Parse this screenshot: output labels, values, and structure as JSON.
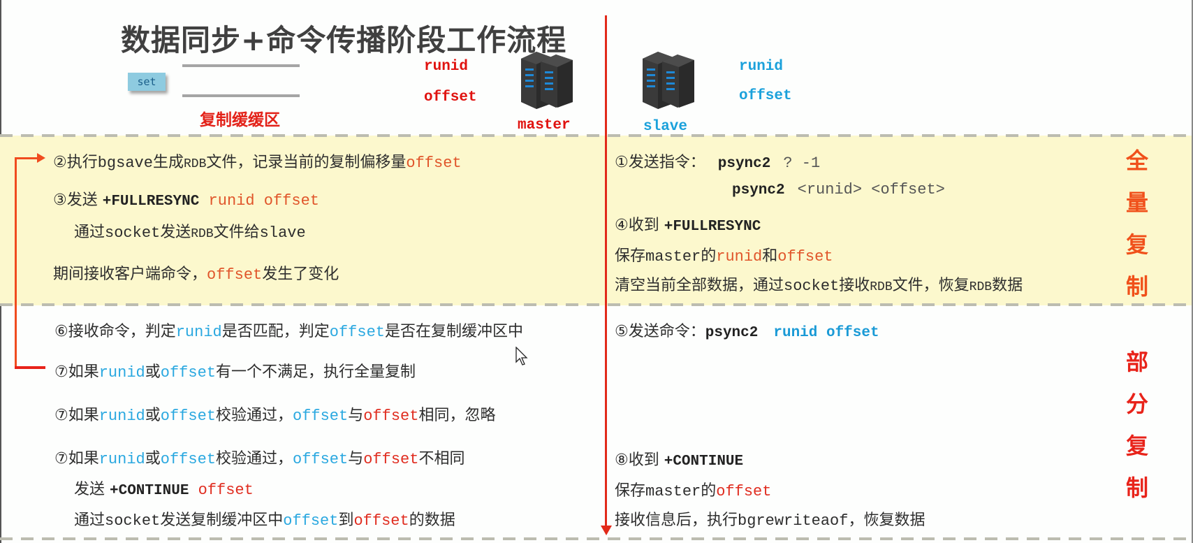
{
  "title": "数据同步+命令传播阶段工作流程",
  "buffer": {
    "set_label": "set",
    "label": "复制缓缓区"
  },
  "master": {
    "runid": "runid",
    "offset": "offset",
    "name": "master",
    "color": "#e0120f"
  },
  "slave": {
    "runid": "runid",
    "offset": "offset",
    "name": "slave",
    "color": "#1ba1db"
  },
  "phases": {
    "full": [
      "全",
      "量",
      "复",
      "制"
    ],
    "partial": [
      "部",
      "分",
      "复",
      "制"
    ]
  },
  "full_sync": {
    "master_steps": {
      "s2": {
        "a": "②执行",
        "b": "bgsave",
        "c": "生成",
        "d": "RDB",
        "e": "文件，记录当前的复制偏移量",
        "f": "offset"
      },
      "s3": {
        "a": "③发送 ",
        "b": "+FULLRESYNC",
        "c": " runid offset"
      },
      "s3_sub": {
        "a": "通过",
        "b": "socket",
        "c": "发送",
        "d": "RDB",
        "e": "文件给",
        "f": "slave"
      },
      "during": {
        "a": "期间接收客户端命令，",
        "b": "offset",
        "c": "发生了变化"
      }
    },
    "slave_steps": {
      "s1": {
        "a": "①发送指令：",
        "b": "psync2",
        "c": "? -1"
      },
      "s1_alt": {
        "b": "psync2",
        "c": "<runid> <offset>"
      },
      "s4": {
        "a": "④收到 ",
        "b": "+FULLRESYNC"
      },
      "save": {
        "a": "保存",
        "b": "master",
        "c": "的",
        "d": "runid",
        "e": "和",
        "f": "offset"
      },
      "clear": {
        "a": "清空当前全部数据，通过",
        "b": "socket",
        "c": "接收",
        "d": "RDB",
        "e": "文件，恢复",
        "f": "RDB",
        "g": "数据"
      }
    }
  },
  "partial_sync": {
    "master_steps": {
      "s6": {
        "a": "⑥接收命令，判定",
        "b": "runid",
        "c": "是否匹配，判定",
        "d": "offset",
        "e": "是否在复制缓冲区中"
      },
      "s7a": {
        "a": "⑦如果",
        "b": "runid",
        "c": "或",
        "d": "offset",
        "e": "有一个不满足，执行全量复制"
      },
      "s7b": {
        "a": "⑦如果",
        "b": "runid",
        "c": "或",
        "d": "offset",
        "e": "校验通过，",
        "f": "offset",
        "g": "与",
        "h": "offset",
        "i": "相同，忽略"
      },
      "s7c": {
        "a": "⑦如果",
        "b": "runid",
        "c": "或",
        "d": "offset",
        "e": "校验通过，",
        "f": "offset",
        "g": "与",
        "h": "offset",
        "i": "不相同"
      },
      "s7c_send": {
        "a": "发送 ",
        "b": "+CONTINUE",
        "c": " offset"
      },
      "s7c_sub": {
        "a": "通过",
        "b": "socket",
        "c": "发送复制缓冲区中",
        "d": "offset",
        "e": "到",
        "f": "offset",
        "g": "的数据"
      }
    },
    "slave_steps": {
      "s5": {
        "a": "⑤发送命令：",
        "b": "psync2",
        "c": "runid offset"
      },
      "s8": {
        "a": "⑧收到 ",
        "b": "+CONTINUE"
      },
      "save": {
        "a": "保存",
        "b": "master",
        "c": "的",
        "d": "offset"
      },
      "recv": {
        "a": "接收信息后，执行",
        "b": "bgrewriteaof",
        "c": "，恢复数据"
      }
    }
  },
  "colors": {
    "band": "#fcf8cd",
    "arrow": "#e22a1a",
    "loop_arrow": "#f04c1f"
  }
}
